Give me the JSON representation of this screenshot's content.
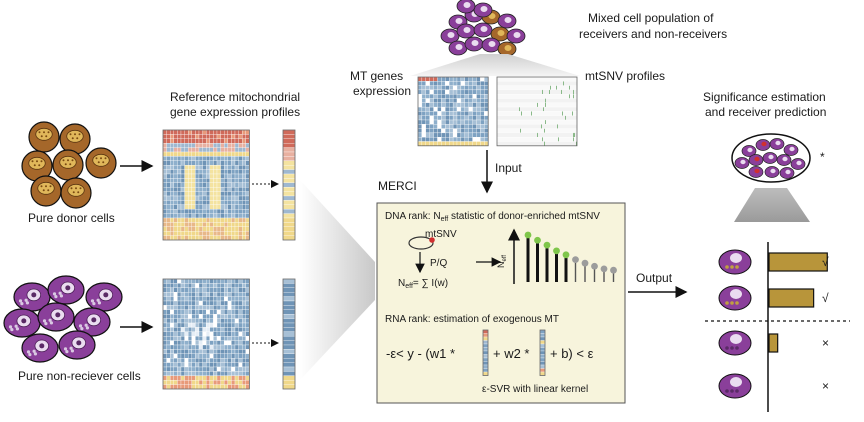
{
  "labels": {
    "mixed_population_line1": "Mixed cell population of",
    "mixed_population_line2": "receivers and non-receivers",
    "mt_genes_line1": "MT genes",
    "mt_genes_line2": "expression",
    "mtsnv_profiles": "mtSNV profiles",
    "reference_line1": "Reference mitochondrial",
    "reference_line2": "gene expression profiles",
    "significance_line1": "Significance estimation",
    "significance_line2": "and receiver prediction",
    "pure_donor": "Pure donor cells",
    "pure_nonreceiver": "Pure non-reciever cells",
    "input": "Input",
    "merci": "MERCI",
    "output": "Output",
    "asterisk": "*"
  },
  "dna_panel": {
    "title_prefix": "DNA rank: N",
    "title_sub": "eff",
    "title_suffix": " statistic of donor-enriched mtSNV",
    "mtsnv": "mtSNV",
    "pq": "P/Q",
    "neff_lhs": "N",
    "neff_sub": "eff",
    "neff_rhs": "= ∑ I(w)",
    "axis_label": "N",
    "axis_sub": "eff"
  },
  "rna_panel": {
    "title": "RNA rank: estimation of exogenous MT",
    "formula_part1": "-ε< y - (w1 *",
    "formula_part2": "+ w2 *",
    "formula_part3": "+  b) < ε",
    "svr_label": "ε-SVR  with linear kernel"
  },
  "predictions": [
    {
      "mark": "√",
      "score": 0.94
    },
    {
      "mark": "√",
      "score": 0.72
    },
    {
      "mark": "×",
      "score": 0.14
    },
    {
      "mark": "×",
      "score": 0.0
    }
  ],
  "neff_bars": [
    {
      "value": 1.0,
      "color": "green"
    },
    {
      "value": 0.88,
      "color": "green"
    },
    {
      "value": 0.77,
      "color": "green"
    },
    {
      "value": 0.64,
      "color": "green"
    },
    {
      "value": 0.55,
      "color": "green"
    },
    {
      "value": 0.44,
      "color": "gray"
    },
    {
      "value": 0.36,
      "color": "gray"
    },
    {
      "value": 0.29,
      "color": "gray"
    },
    {
      "value": 0.23,
      "color": "gray"
    },
    {
      "value": 0.2,
      "color": "gray"
    }
  ],
  "colors": {
    "donor_fill": "#a5672a",
    "donor_nucleus": "#e0b75a",
    "receiver_fill": "#8a3f9a",
    "receiver_nucleus": "#eadcf0",
    "merci_box": "#f7f4dc",
    "bar_fill": "#b8953a",
    "heat_blue": "#7ea2c2",
    "heat_red": "#d06a5a",
    "heat_yellow": "#f0d88a",
    "green_dot": "#7fc64a",
    "gray_dot": "#9c9c9c"
  }
}
